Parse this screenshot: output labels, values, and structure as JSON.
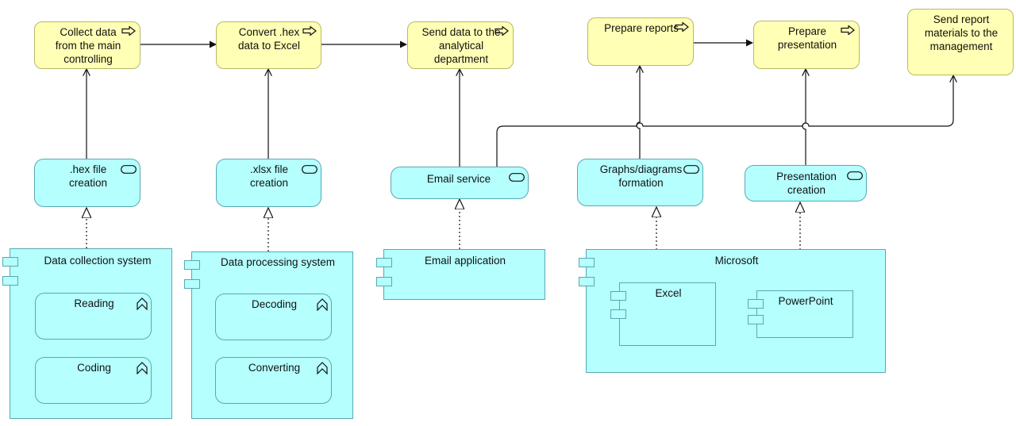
{
  "processes": {
    "collect": "Collect data from the main controlling",
    "convert": "Convert .hex data to Excel",
    "send_analytical": "Send data to the analytical department",
    "prepare_reports": "Prepare reports",
    "prepare_presentation": "Prepare presentation",
    "send_management": "Send report materials to the management"
  },
  "services": {
    "hex": ".hex file creation",
    "xlsx": ".xlsx file creation",
    "email": "Email service",
    "graphs": "Graphs/diagrams formation",
    "presentation": "Presentation creation"
  },
  "components": {
    "data_collection": {
      "label": "Data collection system",
      "functions": [
        "Reading",
        "Coding"
      ]
    },
    "data_processing": {
      "label": "Data processing system",
      "functions": [
        "Decoding",
        "Converting"
      ]
    },
    "email_app": {
      "label": "Email application"
    },
    "microsoft": {
      "label": "Microsoft",
      "children": [
        "Excel",
        "PowerPoint"
      ]
    }
  },
  "colors": {
    "process_fill": "#ffffb5",
    "application_fill": "#b5ffff",
    "process_border": "#b8b86a",
    "application_border": "#5aa8b0"
  },
  "icons": {
    "process": "process-arrow-icon",
    "service": "service-pill-icon",
    "component": "component-tabs-icon",
    "function": "function-chevron-icon"
  }
}
